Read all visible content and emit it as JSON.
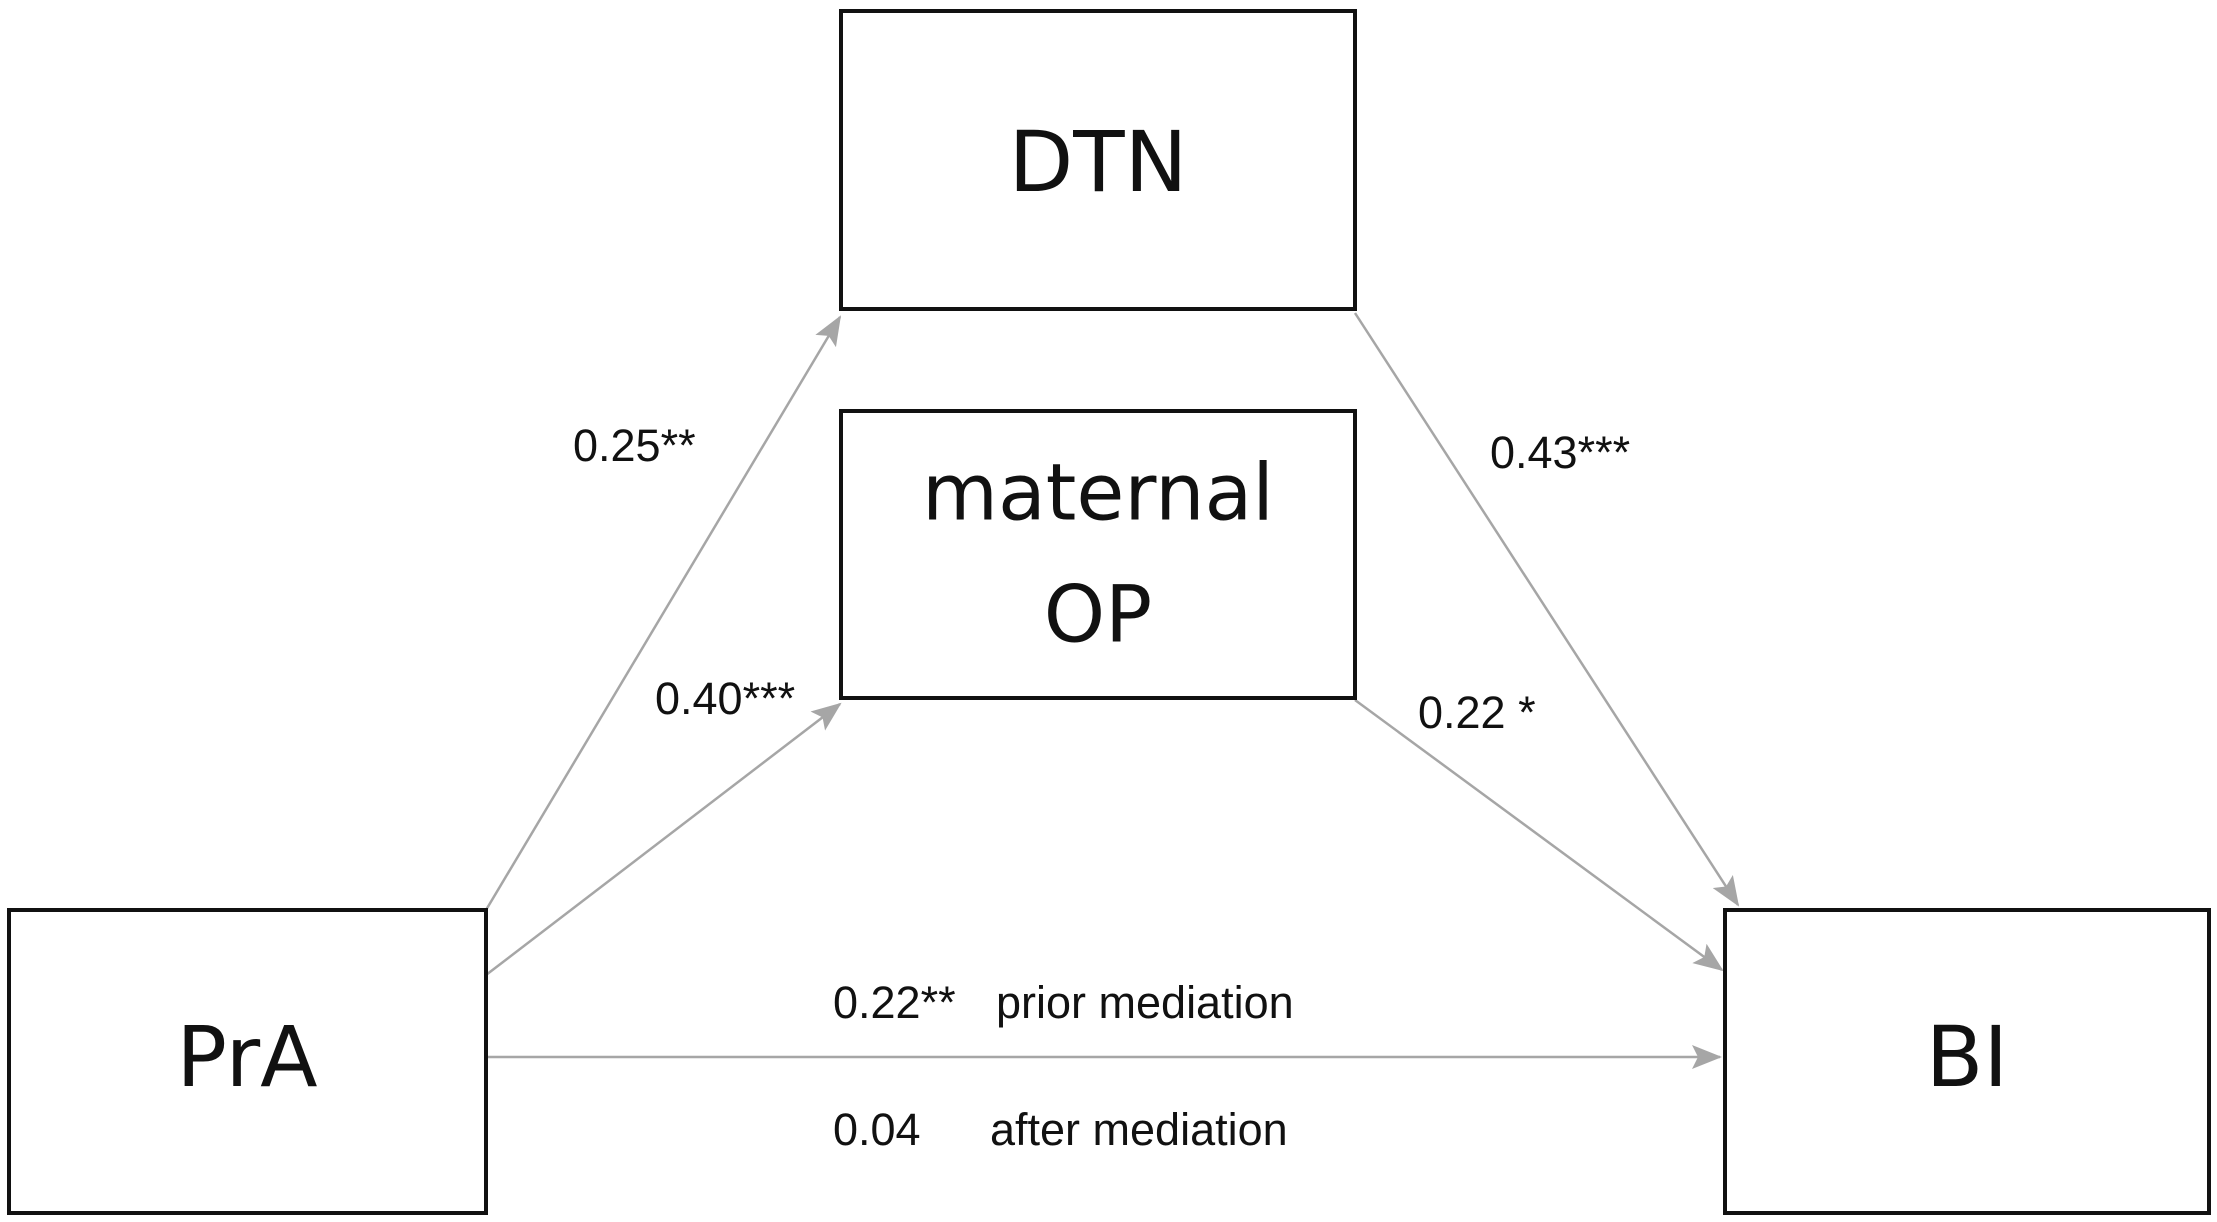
{
  "diagram": {
    "nodes": {
      "dtn": "DTN",
      "maternal_op_line1": "maternal",
      "maternal_op_line2": "OP",
      "pra": "PrA",
      "bi": "BI"
    },
    "edges": {
      "pra_to_dtn": "0.25**",
      "pra_to_op": "0.40***",
      "dtn_to_bi": "0.43***",
      "op_to_bi": "0.22 *",
      "direct_prior_coef": "0.22**",
      "direct_prior_text": "prior mediation",
      "direct_after_coef": "0.04",
      "direct_after_text": "after mediation"
    },
    "colors": {
      "arrow": "#a6a6a6",
      "box_border": "#111111",
      "text": "#111111"
    }
  }
}
